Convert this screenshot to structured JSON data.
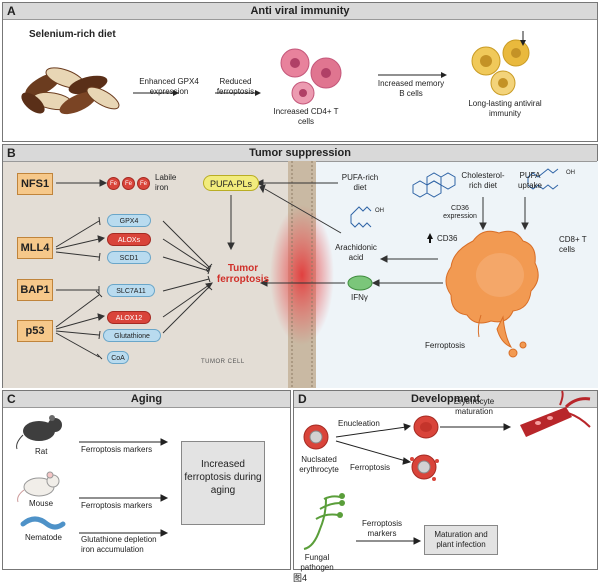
{
  "panel_a": {
    "letter": "A",
    "title": "Anti viral immunity",
    "diet": "Selenium-rich diet",
    "step1": "Enhanced GPX4 expression",
    "step2": "Reduced ferroptosis",
    "cells1": "Increased CD4+ T cells",
    "step3": "Increased memory B cells",
    "outcome": "Long-lasting antiviral immunity"
  },
  "panel_b": {
    "letter": "B",
    "title": "Tumor suppression",
    "regulators": [
      "NFS1",
      "MLL4",
      "BAP1",
      "p53"
    ],
    "fe_label": "Fe",
    "labile_iron": "Labile iron",
    "pufa_pls": "PUFA-PLs",
    "targets": [
      "GPX4",
      "ALOXs",
      "SCD1",
      "SLC7A11",
      "ALOX12",
      "Glutathione",
      "CoA"
    ],
    "tumor_ferroptosis": "Tumor ferroptosis",
    "tumor_cell": "TUMOR CELL",
    "pufa_diet": "PUFA-rich diet",
    "chol_diet": "Cholesterol-rich diet",
    "pufa_uptake": "PUFA uptake",
    "cd36_expr": "CD36 expression",
    "cd36": "CD36",
    "cd8": "CD8+ T cells",
    "arachidonic": "Arachidonic acid",
    "ifng": "IFNγ",
    "ferroptosis": "Ferroptosis",
    "oh": "OH"
  },
  "panel_c": {
    "letter": "C",
    "title": "Aging",
    "organisms": [
      "Rat",
      "Mouse",
      "Nematode"
    ],
    "markers": [
      "Ferroptosis markers",
      "Ferroptosis markers",
      "Glutathione depletion iron accumulation"
    ],
    "outcome": "Increased ferroptosis during aging"
  },
  "panel_d": {
    "letter": "D",
    "title": "Development",
    "nucleated": "Nuclsated erythrocyte",
    "enucleation": "Enucleation",
    "ferroptosis": "Ferroptosis",
    "maturation": "Erythrocyte maturation",
    "fungal": "Fungal pathogen",
    "fungal_markers": "Ferroptosis markers",
    "outcome": "Maturation and plant infection"
  },
  "caption": "图4",
  "colors": {
    "header": "#d9d9d9",
    "regulator": "#f6c88a",
    "red": "#d9443a",
    "blue": "#b9dbef",
    "membrane": "#d14b4b"
  }
}
